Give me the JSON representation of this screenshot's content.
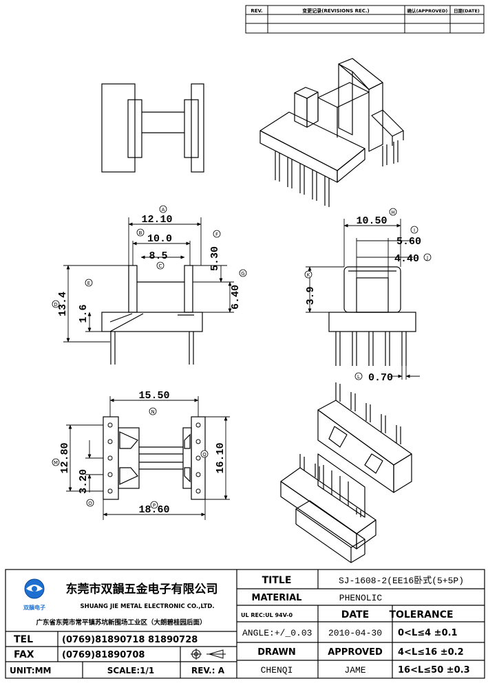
{
  "revision_table": {
    "rev_header": "REV.",
    "changes_header": "变更记录(REVISIONS REC.)",
    "approved_header": "确认(APPROVED)",
    "date_header": "日期(DATE)"
  },
  "dimensions": {
    "top_view": [
      {
        "label": "A",
        "value": "12.10"
      },
      {
        "label": "B",
        "value": "10.0"
      },
      {
        "label": "C",
        "value": "8.5"
      },
      {
        "label": "F",
        "value": "5.30"
      },
      {
        "label": "G",
        "value": "6.40"
      },
      {
        "label": "D",
        "value": "13.4"
      },
      {
        "label": "E",
        "value": "1.6"
      }
    ],
    "side_view": [
      {
        "label": "H",
        "value": "10.50"
      },
      {
        "label": "I",
        "value": "5.60"
      },
      {
        "label": "J",
        "value": "4.40"
      },
      {
        "label": "K",
        "value": "3.9"
      },
      {
        "label": "L",
        "value": "0.70"
      }
    ],
    "bottom_view": [
      {
        "label": "N",
        "value": "15.50"
      },
      {
        "label": "M",
        "value": "12.80"
      },
      {
        "label": "O",
        "value": "3.20"
      },
      {
        "label": "Q",
        "value": "16.10"
      },
      {
        "label": "P",
        "value": "18.60"
      }
    ]
  },
  "title_block": {
    "company_cn": "东莞市双韻五金电子有限公司",
    "company_en": "SHUANG JIE METAL ELECTRONIC CO.,LTD.",
    "logo_text": "双韻电子",
    "address": "广东省东莞市常平镇苏坑新围场工业区（大朗碧桂园后面）",
    "tel_label": "TEL",
    "tel_value": "(0769)81890718  81890728",
    "fax_label": "FAX",
    "fax_value": "(0769)81890708",
    "unit_label": "UNIT:MM",
    "scale_label": "SCALE:1/1",
    "rev_label": "REV.: A",
    "title_label": "TITLE",
    "title_value": "SJ-1608-2(EE16卧式(5+5P)",
    "material_label": "MATERIAL",
    "material_value": "PHENOLIC",
    "ul_label": "UL REC:UL 94V-0",
    "date_label": "DATE",
    "tolerance_label": "TOLERANCE",
    "angle_label": "ANGLE:+/_0.03",
    "date_value": "2010-04-30",
    "tol_1": "0<L≤4   ±0.1",
    "drawn_label": "DRAWN",
    "approved_label": "APPROVED",
    "tol_2": "4<L≤16  ±0.2",
    "drawn_value": "CHENQI",
    "approved_value": "JAME",
    "tol_3": "16<L≤50  ±0.3"
  }
}
